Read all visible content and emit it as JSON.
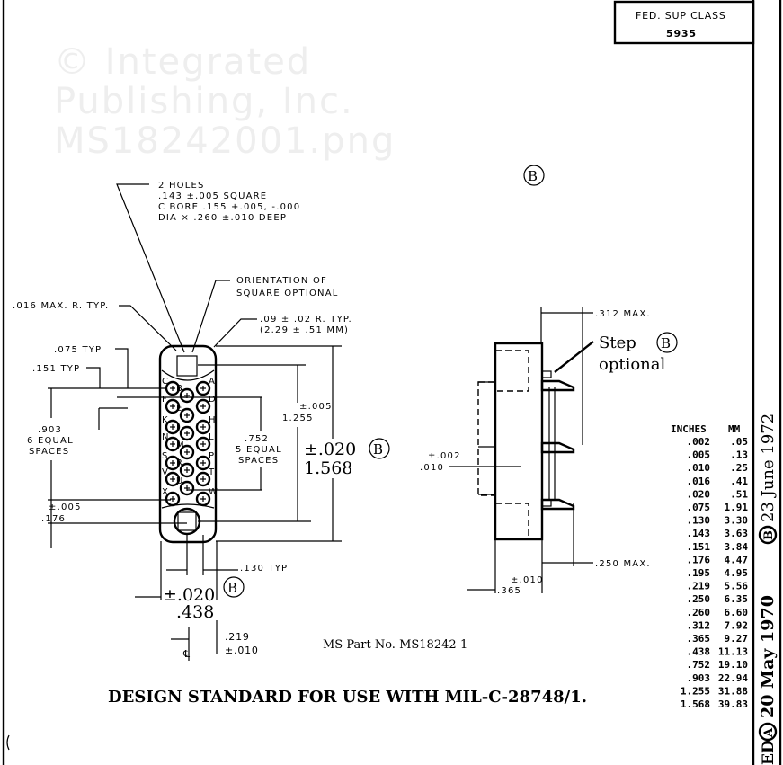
{
  "title_block": {
    "label": "FED. SUP CLASS",
    "value": "5935"
  },
  "revision_mark": "B",
  "notes": {
    "holes": [
      "2 HOLES",
      ".143 ±.005 SQUARE",
      "C BORE .155 +.005, -.000",
      "DIA × .260 ±.010 DEEP"
    ],
    "orientation": [
      "ORIENTATION OF",
      "SQUARE OPTIONAL"
    ],
    "corner_radius_max": ".016 MAX. R. TYP.",
    "corner_radius": [
      ".09 ± .02 R. TYP.",
      "(2.29 ± .51 MM)"
    ]
  },
  "front_view": {
    "dim_075": ".075 TYP",
    "dim_151": ".151 TYP",
    "dim_903": [
      ".903",
      "6 EQUAL",
      "SPACES"
    ],
    "dim_176": [
      "±.005",
      ".176"
    ],
    "dim_752": [
      ".752",
      "5 EQUAL",
      "SPACES"
    ],
    "dim_1255": [
      "±.005",
      "1.255"
    ],
    "dim_1568": [
      "±.020",
      "1.568"
    ],
    "dim_130": ".130 TYP",
    "dim_438": [
      "±.020",
      ".438"
    ],
    "dim_219": [
      ".219",
      "±.010"
    ],
    "centerline": "℄",
    "pin_letters": [
      "C",
      "A",
      "B",
      "F",
      "D",
      "E",
      "K",
      "H",
      "J",
      "N",
      "L",
      "M",
      "S",
      "P",
      "R",
      "V",
      "T",
      "U",
      "X",
      "W"
    ]
  },
  "side_view": {
    "dim_312": ".312 MAX.",
    "step_note": [
      "Step",
      "optional"
    ],
    "dim_010": [
      "±.002",
      ".010"
    ],
    "dim_250": ".250 MAX.",
    "dim_365": [
      "±.010",
      ".365"
    ]
  },
  "part_number": "MS Part No. MS18242-1",
  "design_standard": "DESIGN STANDARD FOR USE WITH MIL-C-28748/1.",
  "conversion_table": {
    "headers": [
      "INCHES",
      "MM"
    ],
    "rows": [
      [
        ".002",
        ".05"
      ],
      [
        ".005",
        ".13"
      ],
      [
        ".010",
        ".25"
      ],
      [
        ".016",
        ".41"
      ],
      [
        ".020",
        ".51"
      ],
      [
        ".075",
        "1.91"
      ],
      [
        ".130",
        "3.30"
      ],
      [
        ".143",
        "3.63"
      ],
      [
        ".151",
        "3.84"
      ],
      [
        ".176",
        "4.47"
      ],
      [
        ".195",
        "4.95"
      ],
      [
        ".219",
        "5.56"
      ],
      [
        ".250",
        "6.35"
      ],
      [
        ".260",
        "6.60"
      ],
      [
        ".312",
        "7.92"
      ],
      [
        ".365",
        "9.27"
      ],
      [
        ".438",
        "11.13"
      ],
      [
        ".752",
        "19.10"
      ],
      [
        ".903",
        "22.94"
      ],
      [
        "1.255",
        "31.88"
      ],
      [
        "1.568",
        "39.83"
      ]
    ]
  },
  "revision_strip": {
    "prefix": "ED",
    "rev_a": "A",
    "date_a": "20 May 1970",
    "rev_b": "B",
    "date_b": "23 June 1972"
  },
  "watermark": [
    "© Integrated",
    "Publishing, Inc.",
    "MS18242001.png"
  ]
}
